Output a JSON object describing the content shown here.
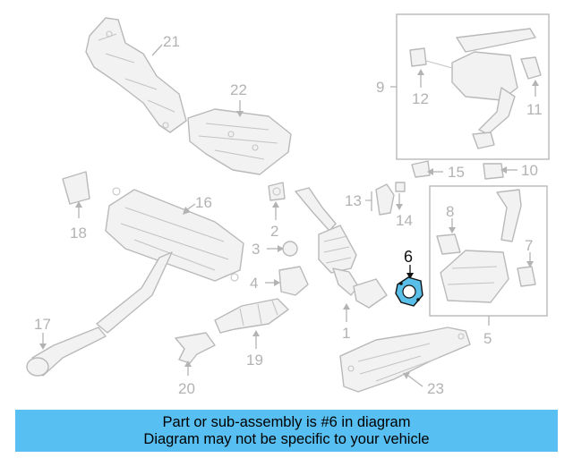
{
  "callouts": {
    "c1": "1",
    "c2": "2",
    "c3": "3",
    "c4": "4",
    "c5": "5",
    "c6": "6",
    "c7": "7",
    "c8": "8",
    "c9": "9",
    "c10": "10",
    "c11": "11",
    "c12": "12",
    "c13": "13",
    "c14": "14",
    "c15": "15",
    "c16": "16",
    "c17": "17",
    "c18": "18",
    "c19": "19",
    "c20": "20",
    "c21": "21",
    "c22": "22",
    "c23": "23"
  },
  "highlight": {
    "part_number": "6",
    "color": "#59bfe8"
  },
  "banner": {
    "line1": "Part or sub-assembly is #6 in diagram",
    "line2": "Diagram may not be specific to your vehicle",
    "color": "#58bff2"
  }
}
